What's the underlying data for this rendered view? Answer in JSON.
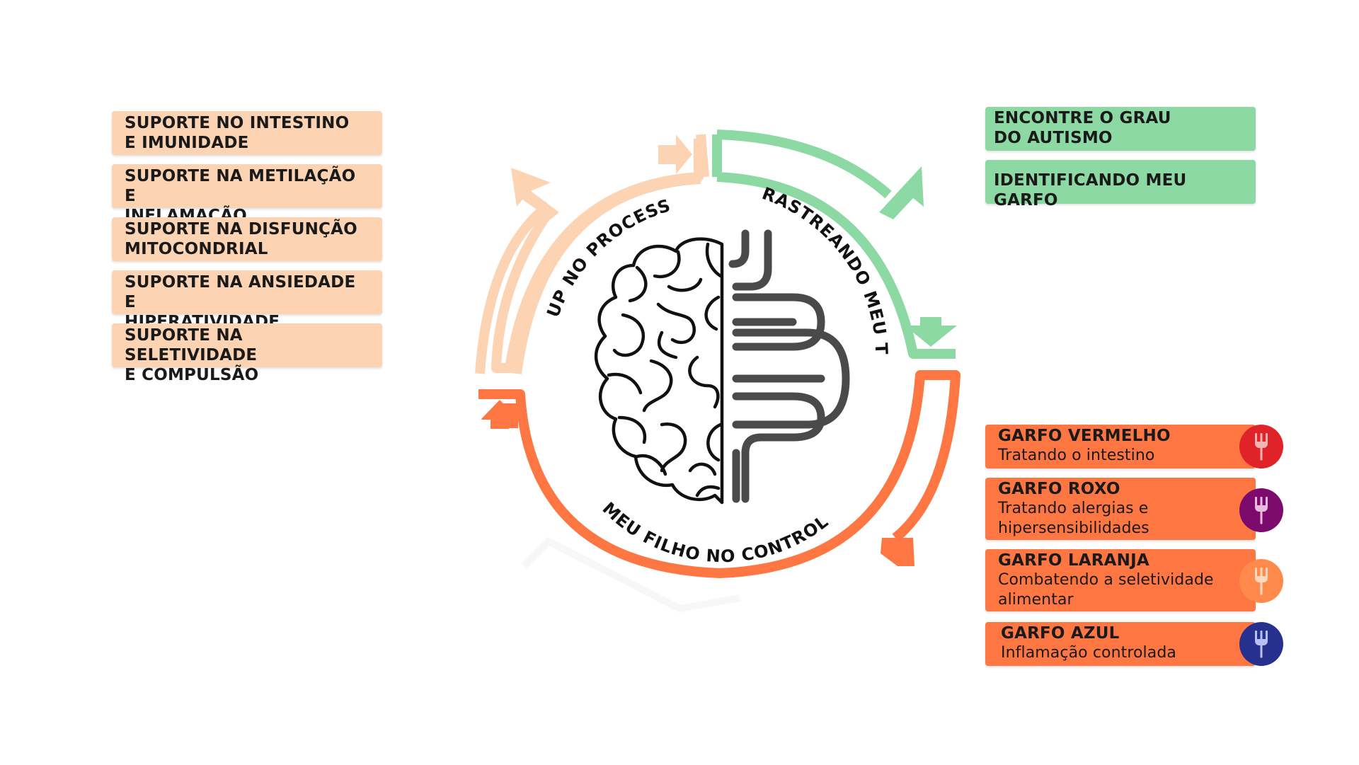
{
  "left_boxes": [
    {
      "line1": "SUPORTE NO INTESTINO",
      "line2": "E IMUNIDADE"
    },
    {
      "line1": "SUPORTE NA METILAÇÃO E",
      "line2": "INFLAMAÇÃO"
    },
    {
      "line1": "SUPORTE NA DISFUNÇÃO",
      "line2": "MITOCONDRIAL"
    },
    {
      "line1": "SUPORTE NA ANSIEDADE E",
      "line2": "HIPERATIVIDADE"
    },
    {
      "line1": "SUPORTE NA SELETIVIDADE",
      "line2": "E COMPULSÃO"
    }
  ],
  "right_top_boxes": [
    {
      "line1": "ENCONTRE O GRAU",
      "line2": "DO AUTISMO"
    },
    {
      "line1": "IDENTIFICANDO MEU GARFO",
      "line2": ""
    }
  ],
  "forks": [
    {
      "title": "GARFO VERMELHO",
      "line1": "Tratando o intestino",
      "line2": "",
      "color": "#e02329"
    },
    {
      "title": "GARFO ROXO",
      "line1": "Tratando alergias e",
      "line2": "hipersensibilidades",
      "color": "#7d0b6e"
    },
    {
      "title": "GARFO LARANJA",
      "line1": "Combatendo a seletividade",
      "line2": "alimentar",
      "color": "#ff8a4c"
    },
    {
      "title": "GARFO AZUL",
      "line1": "Inflamação controlada",
      "line2": "",
      "color": "#26318f"
    }
  ],
  "cycle_labels": {
    "top_left": "UP NO PROCESSO",
    "top_right": "RASTREANDO MEU TEA",
    "bottom": "MEU FILHO NO CONTROLE"
  },
  "colors": {
    "peach": "#fcd4b3",
    "green": "#8dd9a4",
    "orange": "#fe7642"
  }
}
